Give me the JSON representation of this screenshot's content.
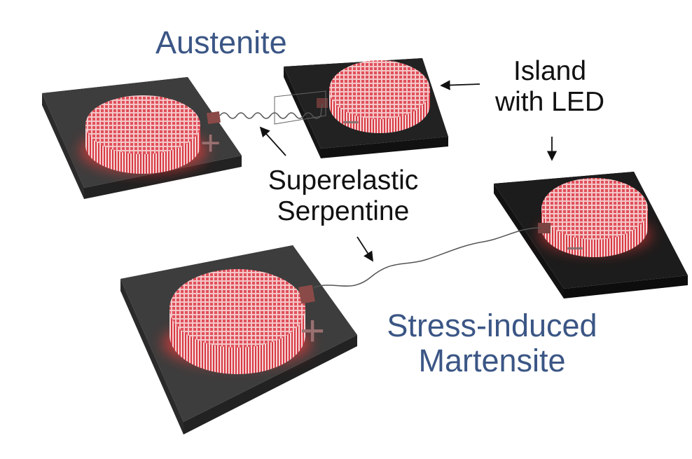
{
  "labels": {
    "austenite": "Austenite",
    "island_line1": "Island",
    "island_line2": "with LED",
    "serpentine_line1": "Superelastic",
    "serpentine_line2": "Serpentine",
    "martensite_line1": "Stress-induced",
    "martensite_line2": "Martensite"
  },
  "symbols": {
    "plus": "+",
    "minus": "−"
  },
  "colors": {
    "blue_label": "#3b5685",
    "led_red": "#e8505a",
    "pad": "#3a3a3a"
  }
}
